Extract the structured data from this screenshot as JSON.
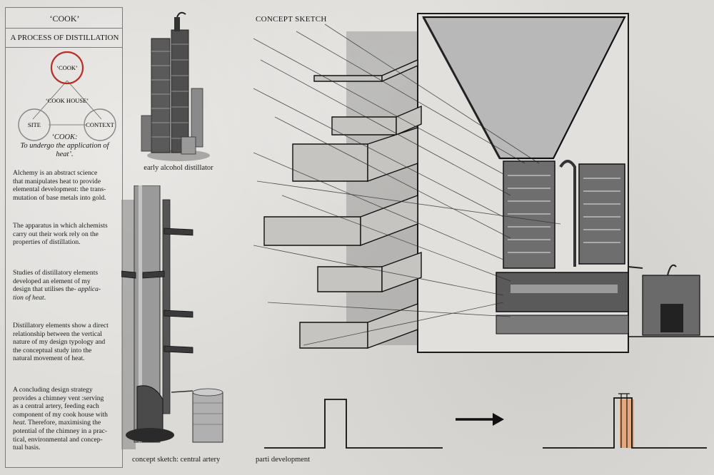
{
  "panel": {
    "title": "‘COOK’",
    "subtitle": "A PROCESS OF DISTILLATION",
    "diagram": {
      "top_circle": "‘COOK’",
      "center_label": "‘COOK HOUSE’",
      "left_circle": "SITE",
      "right_circle": "CONTEXT"
    },
    "definition": {
      "term": "‘COOK:",
      "line1": "To undergo the application of",
      "line2": "heat’."
    },
    "paragraphs": {
      "p1": {
        "lines": [
          "Alchemy is an abstract science",
          "that  manipulates heat to provide",
          "elemental development: the trans-",
          "mutation of base metals into gold."
        ]
      },
      "p2": {
        "lines": [
          "The apparatus in which alchemists",
          "carry out their work rely on the",
          "properties of distillation."
        ]
      },
      "p3": {
        "line1": "Studies of distillatory elements",
        "line2": "developed an element of my",
        "line3": "design that utilises the-",
        "line3_em": "applica-",
        "line4_em": "tion of heat",
        "line4_end": "."
      },
      "p4": {
        "lines": [
          "Distillatory elements show a direct",
          "relationship between the vertical",
          "nature of my design typology and",
          "the conceptual study into the",
          "natural movement of heat."
        ]
      },
      "p5": {
        "line1": "A concluding design strategy",
        "line2": "provides a chimney vent :serving",
        "line3": "as a central artery, feeding each",
        "line4": "component of my cook house with",
        "line5_em": "heat.",
        "line5_end": " Therefore, maximising the",
        "line6": "potential of the chimney in a prac-",
        "line7": "tical, environmental and concep-",
        "line8": "tual basis."
      }
    }
  },
  "captions": {
    "early": "early alcohol distillator",
    "central": "concept sketch: central artery",
    "concept_title": "CONCEPT SKETCH",
    "parti": "parti development"
  },
  "colors": {
    "circle_accent": "#b8302a",
    "heat_fill": "#e8a070",
    "ink": "#1a1a1a"
  }
}
